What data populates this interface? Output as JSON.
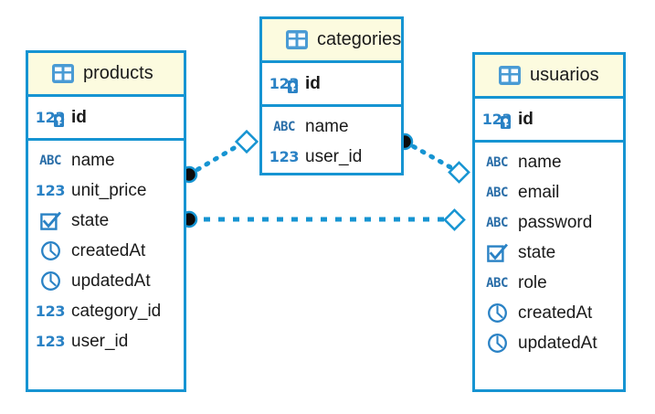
{
  "diagram": {
    "title": "database-er-diagram",
    "colors": {
      "border": "#1694d2",
      "header_background": "#fcfbdf",
      "connector": "#1694d2",
      "icon_blue": "#2a82c5",
      "text": "#1a1a1a",
      "background": "#ffffff"
    }
  },
  "tables": [
    {
      "name": "products",
      "icon": "table-icon",
      "primary_keys": [
        {
          "label": "id",
          "type_icon": "number-key-icon",
          "type": "123"
        }
      ],
      "fields": [
        {
          "label": "name",
          "type_icon": "abc-icon",
          "type": "ABC"
        },
        {
          "label": "unit_price",
          "type_icon": "number-icon",
          "type": "123"
        },
        {
          "label": "state",
          "type_icon": "checkbox-icon",
          "type": "boolean"
        },
        {
          "label": "createdAt",
          "type_icon": "clock-icon",
          "type": "datetime"
        },
        {
          "label": "updatedAt",
          "type_icon": "clock-icon",
          "type": "datetime"
        },
        {
          "label": "category_id",
          "type_icon": "number-icon",
          "type": "123"
        },
        {
          "label": "user_id",
          "type_icon": "number-icon",
          "type": "123"
        }
      ]
    },
    {
      "name": "categories",
      "icon": "table-icon",
      "primary_keys": [
        {
          "label": "id",
          "type_icon": "number-key-icon",
          "type": "123"
        }
      ],
      "fields": [
        {
          "label": "name",
          "type_icon": "abc-icon",
          "type": "ABC"
        },
        {
          "label": "user_id",
          "type_icon": "number-icon",
          "type": "123"
        }
      ]
    },
    {
      "name": "usuarios",
      "icon": "table-icon",
      "primary_keys": [
        {
          "label": "id",
          "type_icon": "number-key-icon",
          "type": "123"
        }
      ],
      "fields": [
        {
          "label": "name",
          "type_icon": "abc-icon",
          "type": "ABC"
        },
        {
          "label": "email",
          "type_icon": "abc-icon",
          "type": "ABC"
        },
        {
          "label": "password",
          "type_icon": "abc-icon",
          "type": "ABC"
        },
        {
          "label": "state",
          "type_icon": "checkbox-icon",
          "type": "boolean"
        },
        {
          "label": "role",
          "type_icon": "abc-icon",
          "type": "ABC"
        },
        {
          "label": "createdAt",
          "type_icon": "clock-icon",
          "type": "datetime"
        },
        {
          "label": "updatedAt",
          "type_icon": "clock-icon",
          "type": "datetime"
        }
      ]
    }
  ],
  "relationships": [
    {
      "id": "products-categories",
      "from_table": "products",
      "to_table": "categories",
      "from_marker": "filled-circle",
      "to_marker": "hollow-diamond"
    },
    {
      "id": "categories-usuarios",
      "from_table": "categories",
      "to_table": "usuarios",
      "from_marker": "filled-circle",
      "to_marker": "hollow-diamond"
    },
    {
      "id": "products-usuarios",
      "from_table": "products",
      "to_table": "usuarios",
      "from_marker": "filled-circle",
      "to_marker": "hollow-diamond"
    }
  ]
}
